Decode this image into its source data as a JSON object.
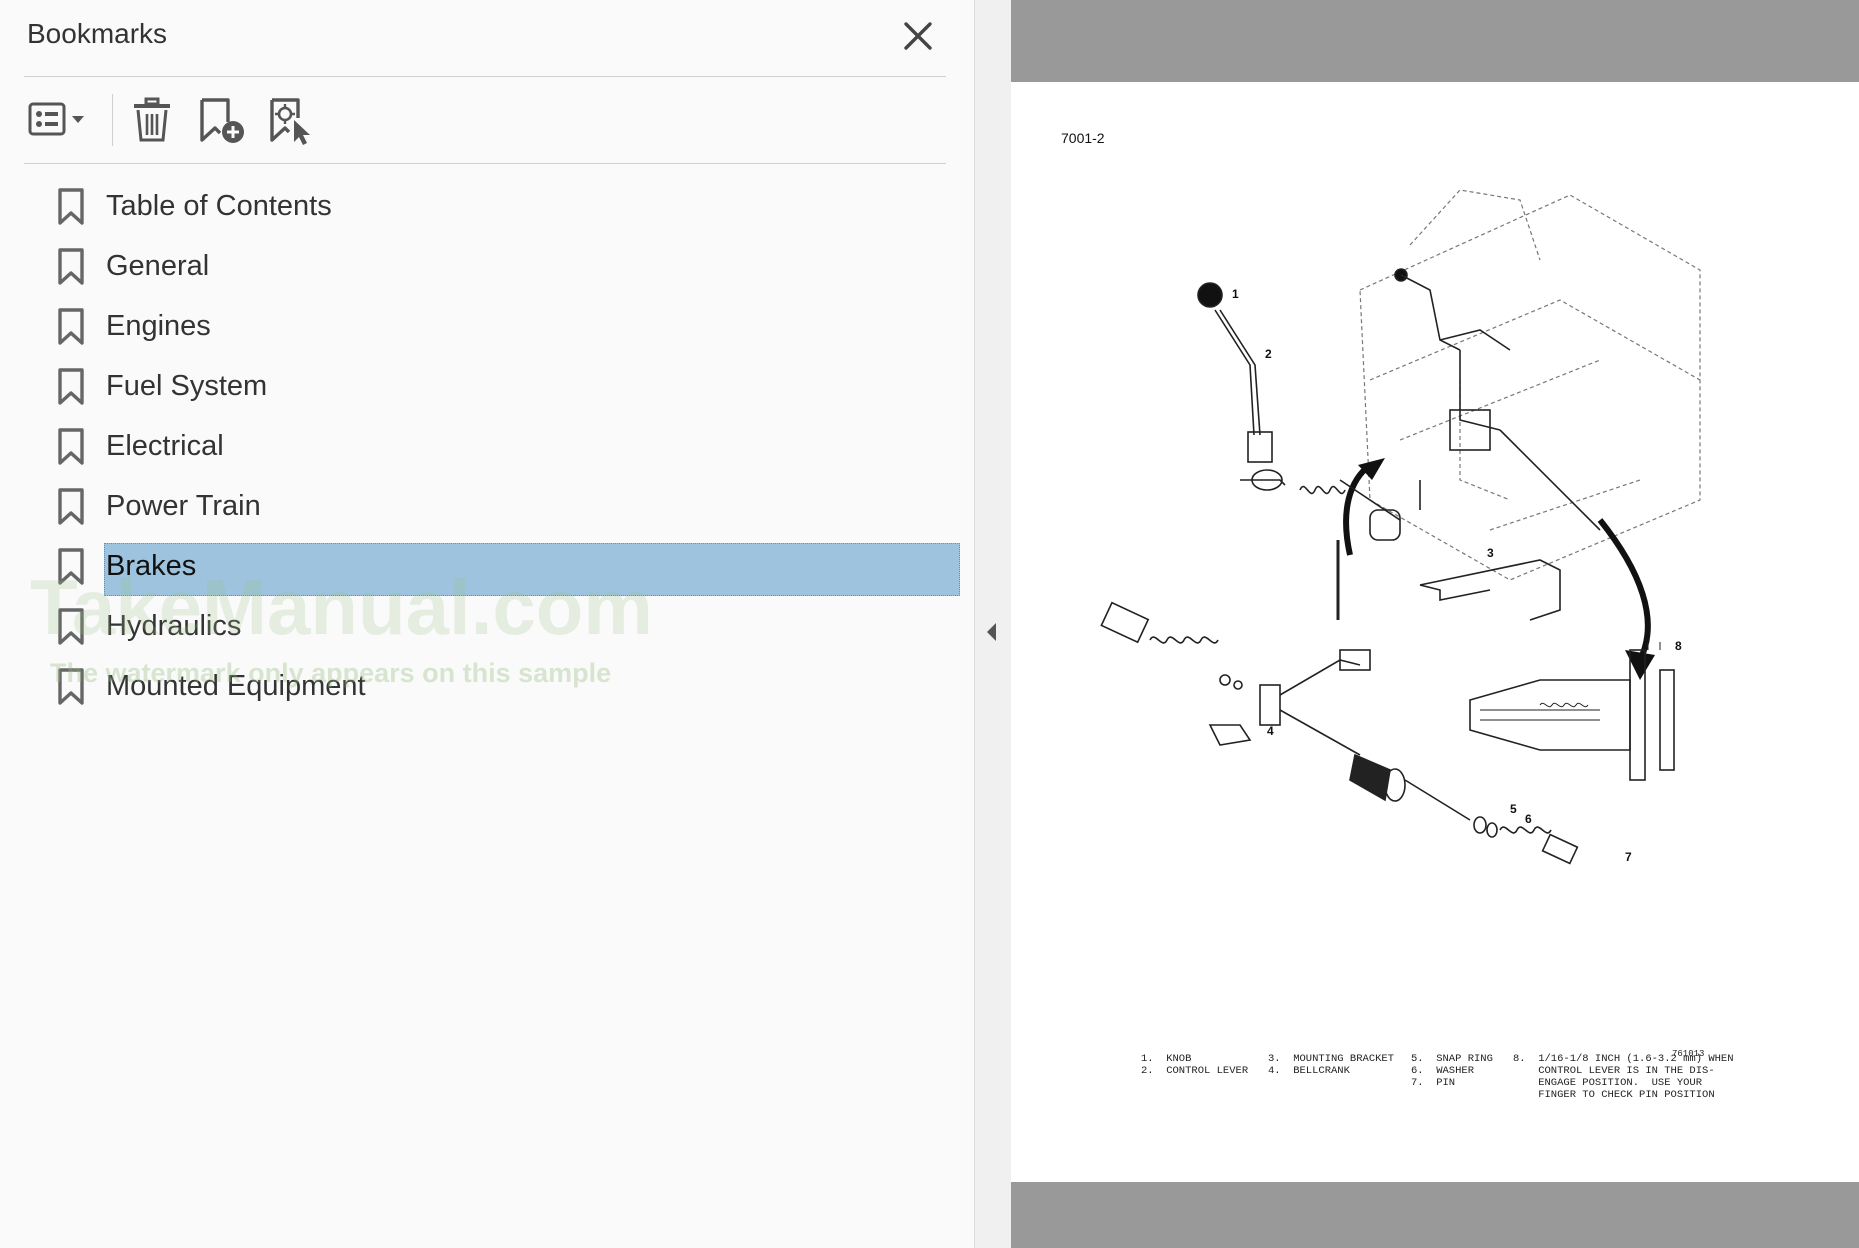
{
  "panel": {
    "title": "Bookmarks",
    "close_icon": "close-icon",
    "toolbar": [
      {
        "name": "options-menu-button",
        "icon": "list-options-icon"
      },
      {
        "name": "delete-bookmark-button",
        "icon": "trash-icon"
      },
      {
        "name": "new-bookmark-button",
        "icon": "bookmark-add-icon"
      },
      {
        "name": "bookmark-from-selection-button",
        "icon": "bookmark-target-icon"
      }
    ],
    "bookmarks": [
      {
        "label": "Table of Contents"
      },
      {
        "label": "General"
      },
      {
        "label": "Engines"
      },
      {
        "label": "Fuel System"
      },
      {
        "label": "Electrical"
      },
      {
        "label": "Power Train"
      },
      {
        "label": "Brakes",
        "selected": true
      },
      {
        "label": "Hydraulics"
      },
      {
        "label": "Mounted Equipment"
      }
    ],
    "selection_color": "#9ec3de"
  },
  "watermark": {
    "text": "TakeManual.com",
    "subtext": "The watermark only appears on this sample"
  },
  "document": {
    "page_id": "7001-2",
    "plate_number": "761013",
    "callouts": [
      "1",
      "2",
      "3",
      "4",
      "5",
      "6",
      "7",
      "8"
    ],
    "legend": {
      "col1": "1.  KNOB\n2.  CONTROL LEVER",
      "col2": "3.  MOUNTING BRACKET\n4.  BELLCRANK",
      "col3": "5.  SNAP RING\n6.  WASHER\n7.  PIN",
      "col4": "8.  1/16-1/8 INCH (1.6-3.2 mm) WHEN\n    CONTROL LEVER IS IN THE DIS-\n    ENGAGE POSITION.  USE YOUR\n    FINGER TO CHECK PIN POSITION"
    }
  }
}
